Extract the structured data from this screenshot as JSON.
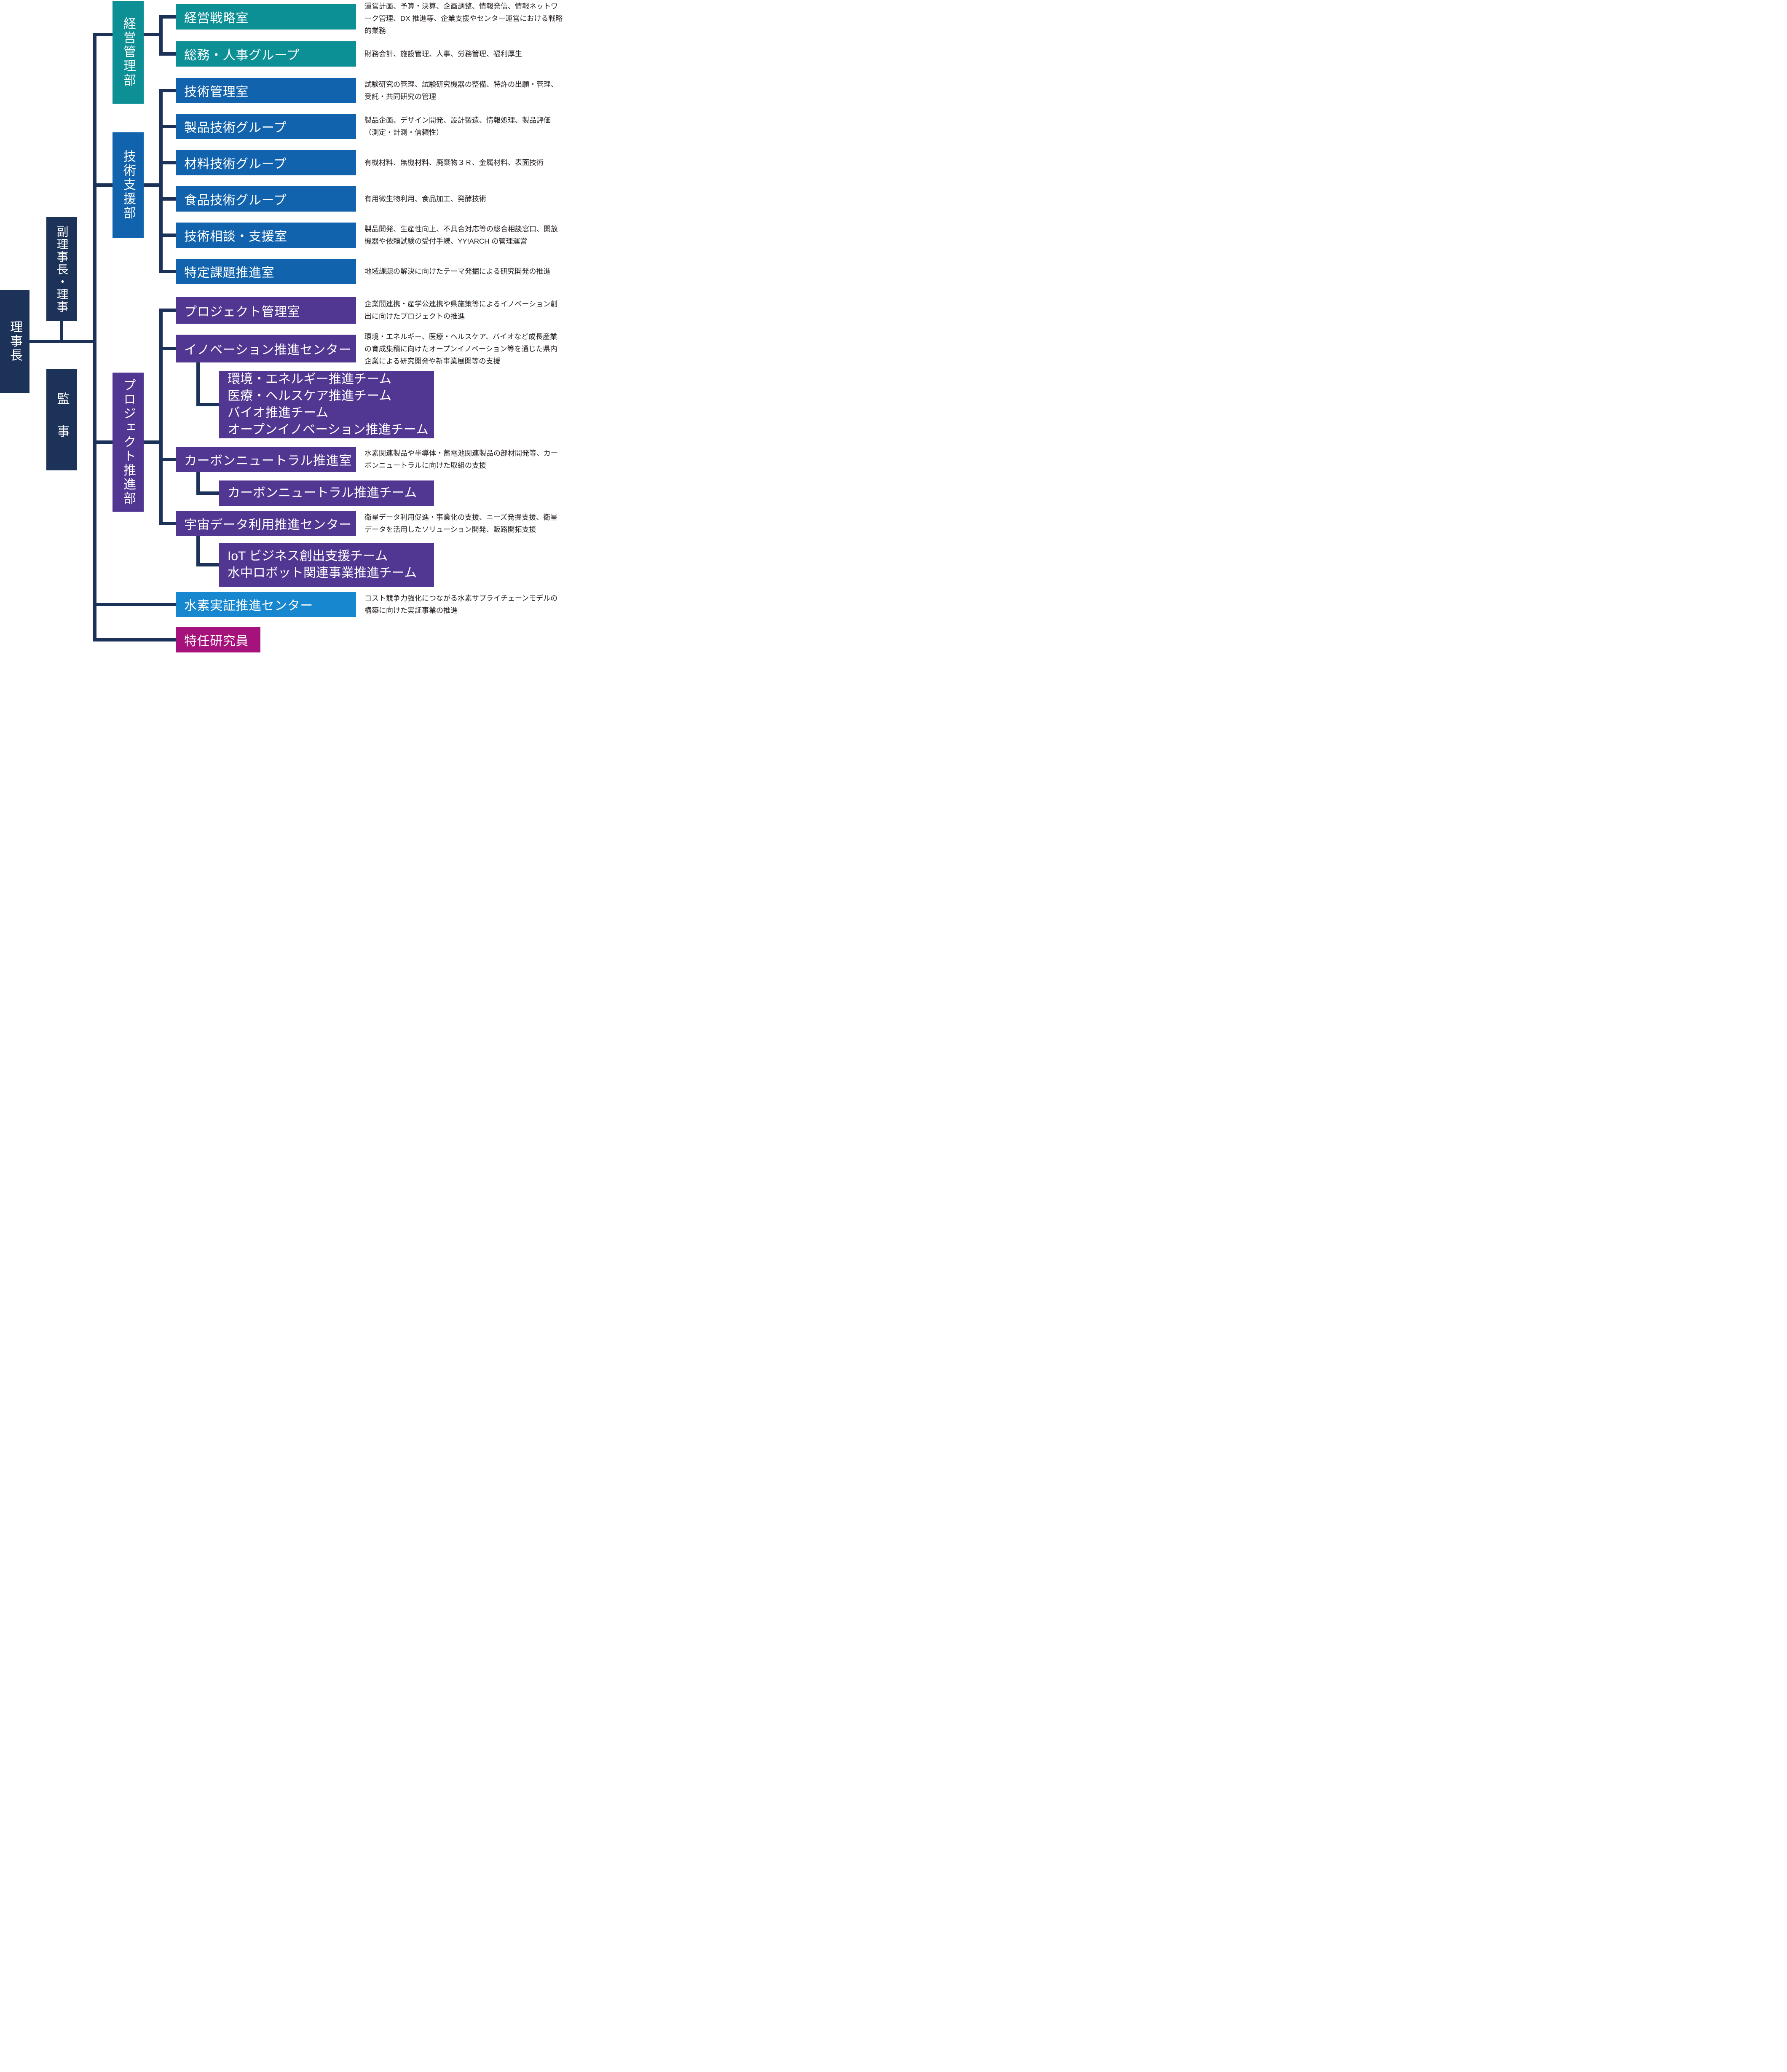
{
  "colors": {
    "navy": "#1c3258",
    "teal": "#0d8f96",
    "blue": "#1263ae",
    "purple": "#513792",
    "bright_blue": "#1787cf",
    "magenta": "#a5127b"
  },
  "leadership": {
    "chairman": {
      "label": "理事長"
    },
    "vice_chairman": {
      "label": "副理事長・理事"
    },
    "auditor": {
      "label": "監事"
    }
  },
  "departments": [
    {
      "label": "経営管理部",
      "units": [
        {
          "name": "経営戦略室",
          "desc": "運営計画、予算・決算、企画調整、情報発信、情報ネットワーク管理、DX 推進等、企業支援やセンター運営における戦略的業務"
        },
        {
          "name": "総務・人事グループ",
          "desc": "財務会計、施設管理、人事、労務管理、福利厚生"
        }
      ]
    },
    {
      "label": "技術支援部",
      "units": [
        {
          "name": "技術管理室",
          "desc": "試験研究の管理、試験研究機器の整備、特許の出願・管理、受託・共同研究の管理"
        },
        {
          "name": "製品技術グループ",
          "desc": "製品企画、デザイン開発、設計製造、情報処理、製品評価（測定・計測・信頼性）"
        },
        {
          "name": "材料技術グループ",
          "desc": "有機材料、無機材料、廃棄物３Ｒ、金属材料、表面技術"
        },
        {
          "name": "食品技術グループ",
          "desc": "有用微生物利用、食品加工、発酵技術"
        },
        {
          "name": "技術相談・支援室",
          "desc": "製品開発、生産性向上、不具合対応等の総合相談窓口、開放機器や依頼試験の受付手続、YY!ARCH の管理運営"
        },
        {
          "name": "特定課題推進室",
          "desc": "地域課題の解決に向けたテーマ発掘による研究開発の推進"
        }
      ]
    },
    {
      "label": "プロジェクト推進部",
      "units": [
        {
          "name": "プロジェクト管理室",
          "desc": "企業間連携・産学公連携や県施策等によるイノベーション創出に向けたプロジェクトの推進"
        },
        {
          "name": "イノベーション推進センター",
          "desc": "環境・エネルギー、医療・ヘルスケア、バイオなど成長産業の育成集積に向けたオープンイノベーション等を通じた県内企業による研究開発や新事業展開等の支援",
          "teams": [
            "環境・エネルギー推進チーム",
            "医療・ヘルスケア推進チーム",
            "バイオ推進チーム",
            "オープンイノベーション推進チーム"
          ]
        },
        {
          "name": "カーボンニュートラル推進室",
          "desc": "水素関連製品や半導体・蓄電池関連製品の部材開発等、カーボンニュートラルに向けた取組の支援",
          "teams": [
            "カーボンニュートラル推進チーム"
          ]
        },
        {
          "name": "宇宙データ利用推進センター",
          "desc": "衛星データ利用促進・事業化の支援、ニーズ発掘支援、衛星データを活用したソリューション開発、販路開拓支援",
          "teams": [
            "IoT ビジネス創出支援チーム",
            "水中ロボット関連事業推進チーム"
          ]
        }
      ]
    }
  ],
  "direct_units": [
    {
      "name": "水素実証推進センター",
      "desc": "コスト競争力強化につながる水素サプライチェーンモデルの構築に向けた実証事業の推進"
    },
    {
      "name": "特任研究員"
    }
  ]
}
